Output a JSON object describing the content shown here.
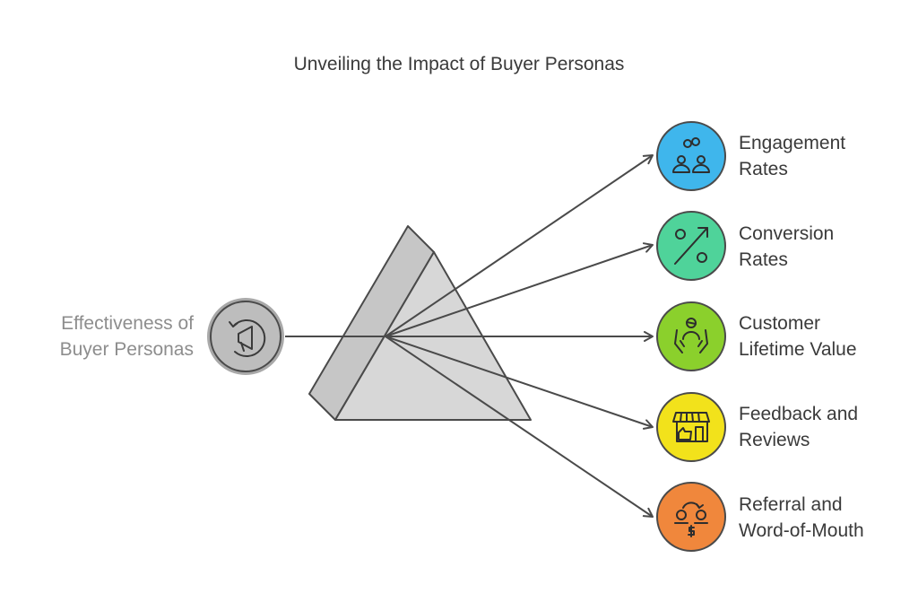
{
  "title": "Unveiling the Impact of Buyer Personas",
  "source": {
    "line1": "Effectiveness of",
    "line2": "Buyer Personas",
    "icon": "megaphone-refresh-icon",
    "color": "#bdbdbd"
  },
  "outputs": [
    {
      "line1": "Engagement",
      "line2": "Rates",
      "icon": "people-link-icon",
      "color": "#3fb6ec"
    },
    {
      "line1": "Conversion",
      "line2": "Rates",
      "icon": "percent-arrow-icon",
      "color": "#4fd39a"
    },
    {
      "line1": "Customer",
      "line2": "Lifetime Value",
      "icon": "hands-person-icon",
      "color": "#8bd02c"
    },
    {
      "line1": "Feedback and",
      "line2": "Reviews",
      "icon": "store-thumbs-up-icon",
      "color": "#f2e21b"
    },
    {
      "line1": "Referral and",
      "line2": "Word-of-Mouth",
      "icon": "people-exchange-icon",
      "color": "#f0873c"
    }
  ]
}
